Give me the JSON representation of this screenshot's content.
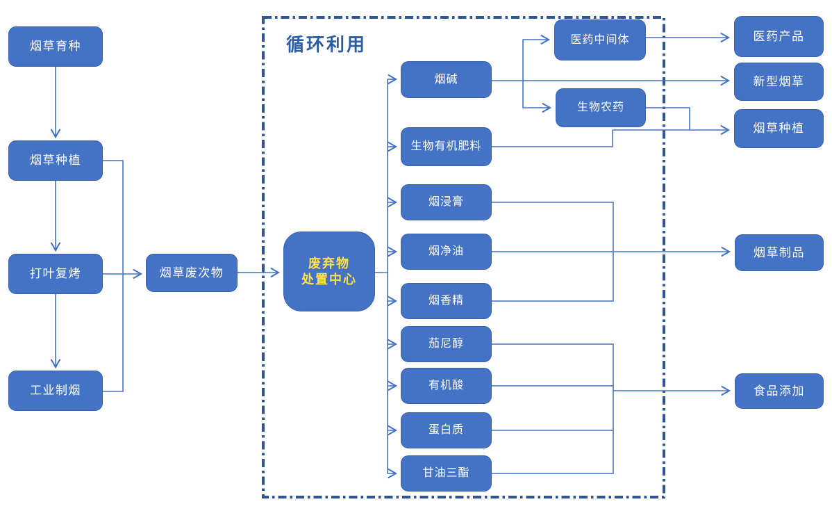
{
  "cycle_zone": {
    "label": "循环利用"
  },
  "nodes": {
    "breeding": "烟草育种",
    "planting": "烟草种植",
    "redrying": "打叶复烤",
    "industry": "工业制烟",
    "waste": "烟草废次物",
    "center": "废弃物\n处置中心",
    "nicotine": "烟碱",
    "fertilizer": "生物有机肥料",
    "extract": "烟浸膏",
    "oil": "烟净油",
    "flavor": "烟香精",
    "solanesol": "茄尼醇",
    "organic_acid": "有机酸",
    "protein": "蛋白质",
    "triglyceride": "甘油三酯",
    "pharma_intermediate": "医药中间体",
    "bio_pesticide": "生物农药",
    "pharma_product": "医药产品",
    "new_tobacco": "新型烟草",
    "planting_out": "烟草种植",
    "tobacco_product": "烟草制品",
    "food_additive": "食品添加"
  },
  "edges": [
    "breeding→planting",
    "planting→redrying",
    "redrying→industry",
    "planting→waste",
    "redrying→waste",
    "industry→waste",
    "waste→center",
    "center→nicotine",
    "center→fertilizer",
    "center→extract",
    "center→oil",
    "center→flavor",
    "center→solanesol",
    "center→organic_acid",
    "center→protein",
    "center→triglyceride",
    "nicotine→pharma_intermediate",
    "nicotine→new_tobacco",
    "nicotine→bio_pesticide",
    "pharma_intermediate→pharma_product",
    "bio_pesticide→planting_out",
    "fertilizer→planting_out",
    "extract→tobacco_product",
    "oil→tobacco_product",
    "flavor→tobacco_product",
    "solanesol→food_additive",
    "organic_acid→food_additive",
    "protein→food_additive",
    "triglyceride→food_additive"
  ],
  "colors": {
    "node_fill": "#4472C4",
    "node_border": "#3A62AE",
    "connector": "#4472C4",
    "dashed_border": "#2F5597",
    "center_text": "#FFE14D",
    "cycle_label": "#2E5DA6"
  }
}
